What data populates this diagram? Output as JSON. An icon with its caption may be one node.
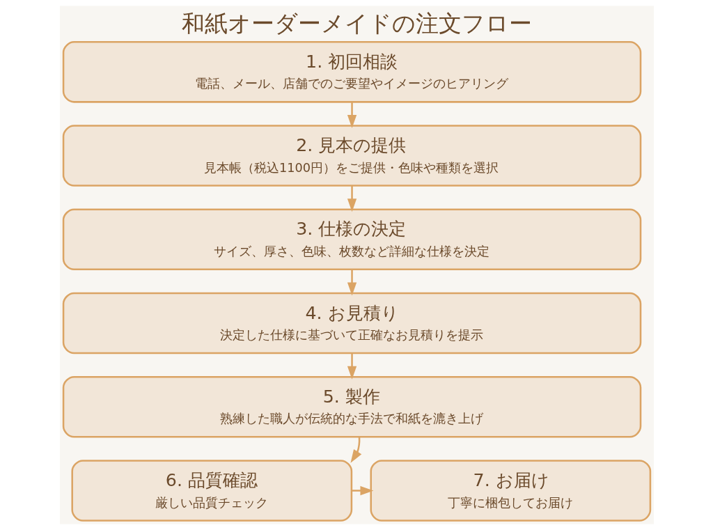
{
  "diagram": {
    "title": "和紙オーダーメイドの注文フロー",
    "nodes": [
      {
        "text": [
          "1. 初回相談",
          "電話、メール、店舗でのご要望やイメージのヒアリング"
        ]
      },
      {
        "text": [
          "2. 見本の提供",
          "見本帳（税込1100円）をご提供・色味や種類を選択"
        ]
      },
      {
        "text": [
          "3. 仕様の決定",
          "サイズ、厚さ、色味、枚数など詳細な仕様を決定"
        ]
      },
      {
        "text": [
          "4. お見積り",
          "決定した仕様に基づいて正確なお見積りを提示"
        ]
      },
      {
        "text": [
          "5. 製作",
          "熟練した職人が伝統的な手法で和紙を漉き上げ"
        ]
      },
      {
        "text": [
          "6. 品質確認",
          "厳しい品質チェック"
        ]
      },
      {
        "text": [
          "7. お届け",
          "丁寧に梱包してお届け"
        ]
      }
    ],
    "edges": [
      {
        "from": 0,
        "to": 1,
        "arrow": "to"
      },
      {
        "from": 1,
        "to": 2,
        "arrow": "to"
      },
      {
        "from": 2,
        "to": 3,
        "arrow": "to"
      },
      {
        "from": 3,
        "to": 4,
        "arrow": "to"
      },
      {
        "from": 4,
        "to": 5,
        "arrow": "to"
      },
      {
        "from": 5,
        "to": 6,
        "arrow": "to"
      }
    ]
  }
}
